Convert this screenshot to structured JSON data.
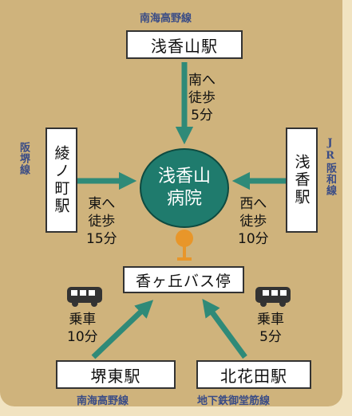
{
  "map": {
    "hospital": {
      "name_line1": "浅香山",
      "name_line2": "病院"
    },
    "stations": {
      "top": {
        "name": "浅香山駅",
        "line": "南海高野線",
        "directions": [
          "南へ",
          "徒歩",
          "5分"
        ]
      },
      "left": {
        "name": "綾ノ町駅",
        "line": "阪堺線",
        "directions": [
          "東へ",
          "徒歩",
          "15分"
        ]
      },
      "right": {
        "name": "浅香駅",
        "line": "JR阪和線",
        "directions": [
          "西へ",
          "徒歩",
          "10分"
        ]
      },
      "bottom_left": {
        "name": "堺東駅",
        "line": "南海高野線",
        "directions": [
          "乗車",
          "10分"
        ]
      },
      "bottom_right": {
        "name": "北花田駅",
        "line": "地下鉄御堂筋線",
        "directions": [
          "乗車",
          "5分"
        ]
      }
    },
    "bus_stop": {
      "name": "香ヶ丘バス停"
    },
    "icons": [
      "bus-icon",
      "bus-icon",
      "bus-stop-sign-icon",
      "arrow-icon"
    ],
    "colors": {
      "background": "#cfb37c",
      "hospital": "#1f7b6d",
      "arrow": "#2f8a78",
      "line_label": "#3a4c86",
      "bus_stop_sign": "#e8962a"
    }
  }
}
